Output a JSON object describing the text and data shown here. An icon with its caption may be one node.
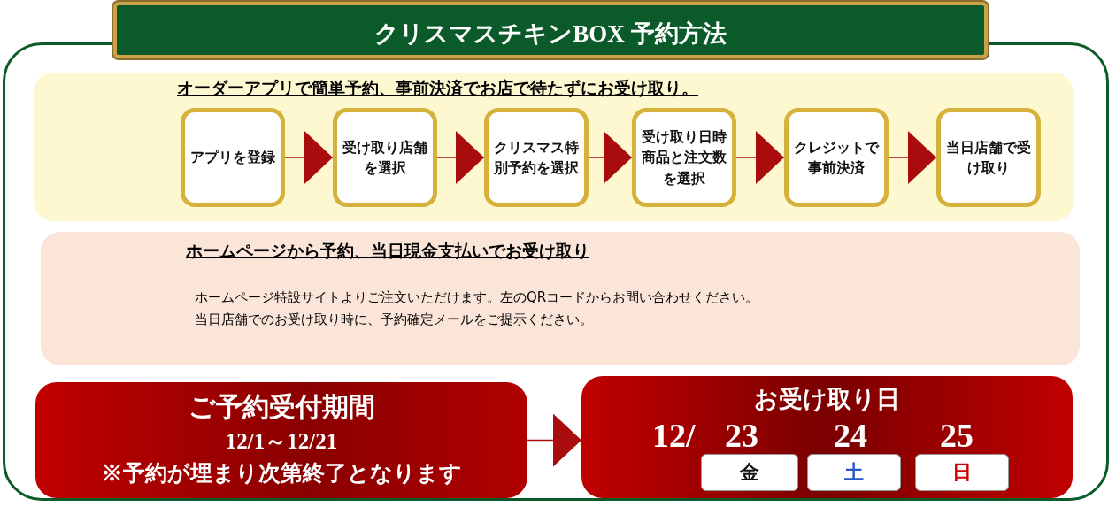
{
  "diagram": {
    "nodes": [
      {
        "text": [
          "クリスマスチキンBOX 予約方法"
        ]
      },
      {
        "text": [
          "オーダーアプリで簡単予約、事前決済でお店で待たずにお受け取り。"
        ]
      },
      {
        "text": [
          "アプリを登録"
        ],
        "in": 1
      },
      {
        "text": [
          "受け取り店舗を選択"
        ],
        "in": 1
      },
      {
        "text": [
          "クリスマス特別予約を選択"
        ],
        "in": 1
      },
      {
        "text": [
          "受け取り日時商品と注文数を選択"
        ],
        "in": 1
      },
      {
        "text": [
          "クレジットで事前決済"
        ],
        "in": 1
      },
      {
        "text": [
          "当日店舗で受け取り"
        ],
        "in": 1
      },
      {
        "text": [
          "ホームページから予約、当日現金支払いでお受け取り",
          "ホームページ特設サイトよりご注文いただけます。左のQRコードからお問い合わせください。",
          "当日店舗でのお受け取り時に、予約確定メールをご提示ください。"
        ]
      },
      {
        "text": [
          "ご予約受付期間",
          "12/1～12/21",
          "※予約が埋まり次第終了となります"
        ]
      },
      {
        "text": [
          "お受け取り日",
          "12/",
          "23",
          "24",
          "25"
        ]
      },
      {
        "text": [
          "金"
        ],
        "in": 10
      },
      {
        "text": [
          "土"
        ],
        "in": 10
      },
      {
        "text": [
          "日"
        ],
        "in": 10
      }
    ],
    "edges": [
      {
        "from": 2,
        "to": 3,
        "arrow": "to"
      },
      {
        "from": 3,
        "to": 4,
        "arrow": "to"
      },
      {
        "from": 4,
        "to": 5,
        "arrow": "to"
      },
      {
        "from": 5,
        "to": 6,
        "arrow": "to"
      },
      {
        "from": 6,
        "to": 7,
        "arrow": "to"
      },
      {
        "from": 9,
        "to": 10,
        "arrow": "to"
      }
    ]
  }
}
